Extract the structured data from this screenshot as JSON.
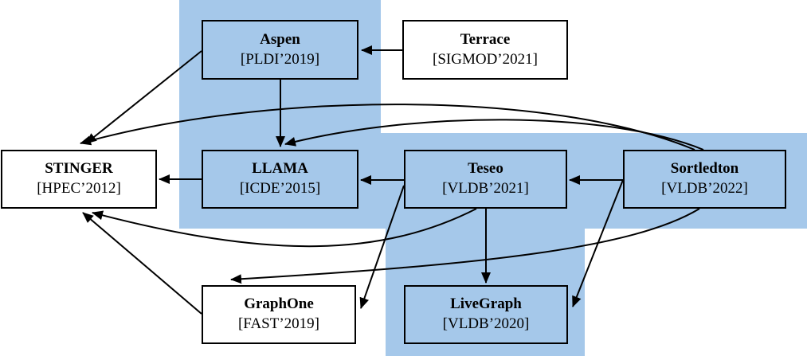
{
  "diagram": {
    "title": "graph-systems-citation-diagram",
    "colors": {
      "highlight": "#a5c8ea",
      "box_background": "#ffffff",
      "box_border": "#000000",
      "arrow": "#000000",
      "background": "#ffffff"
    },
    "nodes": [
      {
        "id": "aspen",
        "name": "Aspen",
        "venue": "[PLDI’2019]",
        "highlighted": true
      },
      {
        "id": "terrace",
        "name": "Terrace",
        "venue": "[SIGMOD’2021]",
        "highlighted": false
      },
      {
        "id": "stinger",
        "name": "STINGER",
        "venue": "[HPEC’2012]",
        "highlighted": false
      },
      {
        "id": "llama",
        "name": "LLAMA",
        "venue": "[ICDE’2015]",
        "highlighted": true
      },
      {
        "id": "teseo",
        "name": "Teseo",
        "venue": "[VLDB’2021]",
        "highlighted": true
      },
      {
        "id": "sortledton",
        "name": "Sortledton",
        "venue": "[VLDB’2022]",
        "highlighted": true
      },
      {
        "id": "graphone",
        "name": "GraphOne",
        "venue": "[FAST’2019]",
        "highlighted": false
      },
      {
        "id": "livegraph",
        "name": "LiveGraph",
        "venue": "[VLDB’2020]",
        "highlighted": true
      }
    ],
    "edges": [
      {
        "from": "terrace",
        "to": "aspen"
      },
      {
        "from": "aspen",
        "to": "llama"
      },
      {
        "from": "aspen",
        "to": "stinger"
      },
      {
        "from": "sortledton",
        "to": "stinger"
      },
      {
        "from": "sortledton",
        "to": "llama"
      },
      {
        "from": "llama",
        "to": "stinger"
      },
      {
        "from": "teseo",
        "to": "llama"
      },
      {
        "from": "sortledton",
        "to": "teseo"
      },
      {
        "from": "sortledton",
        "to": "livegraph"
      },
      {
        "from": "teseo",
        "to": "livegraph"
      },
      {
        "from": "teseo",
        "to": "graphone"
      },
      {
        "from": "teseo",
        "to": "stinger"
      },
      {
        "from": "sortledton",
        "to": "graphone"
      },
      {
        "from": "graphone",
        "to": "stinger"
      }
    ]
  }
}
